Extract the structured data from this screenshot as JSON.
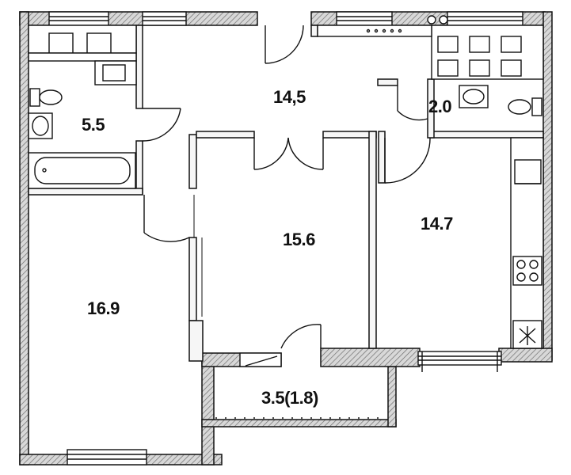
{
  "plan": {
    "rooms": [
      {
        "id": "hall",
        "area_label": "14,5"
      },
      {
        "id": "bathroom",
        "area_label": "5.5"
      },
      {
        "id": "wc",
        "area_label": "2.0"
      },
      {
        "id": "living-room",
        "area_label": "15.6"
      },
      {
        "id": "kitchen",
        "area_label": "14.7"
      },
      {
        "id": "bedroom",
        "area_label": "16.9"
      },
      {
        "id": "balcony",
        "area_label": "3.5(1.8)"
      }
    ],
    "colors": {
      "wall_outline": "#111111",
      "wall_hatch": "#8a8a8a",
      "background": "#ffffff"
    }
  }
}
